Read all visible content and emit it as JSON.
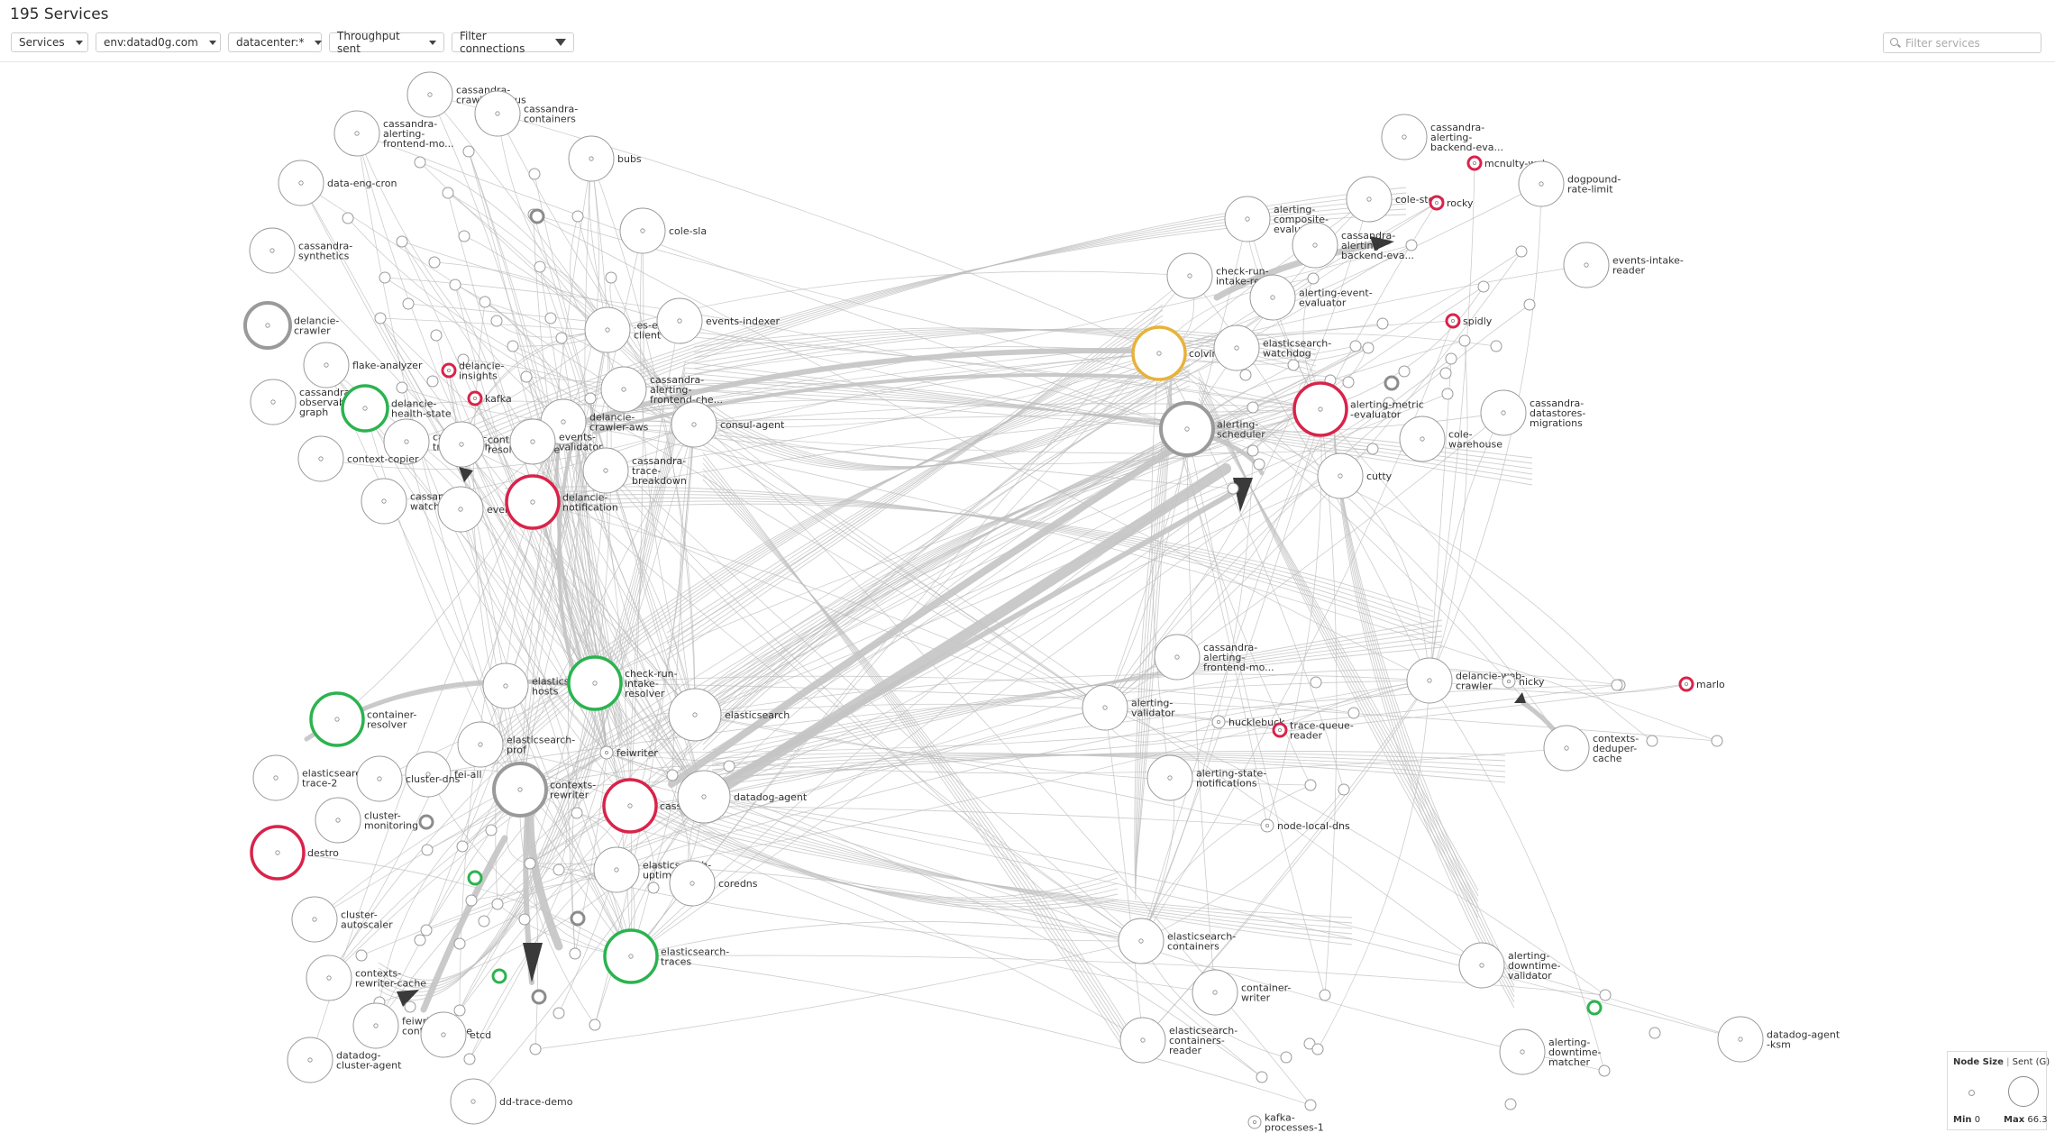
{
  "header": {
    "title": "195 Services",
    "filters": [
      {
        "label": "Services"
      },
      {
        "label": "env:datad0g.com"
      },
      {
        "label": "datacenter:*"
      },
      {
        "label": "Throughput sent"
      }
    ],
    "filter_connections": "Filter connections",
    "search_placeholder": "Filter services"
  },
  "legend": {
    "title": "Node Size",
    "subtitle": "Sent (G)",
    "min_label": "Min",
    "min_value": "0",
    "max_label": "Max",
    "max_value": "66.3"
  },
  "colors": {
    "red": "#d9234a",
    "green": "#2bb34f",
    "orange": "#e8b23a",
    "gray": "#9a9a9a",
    "edge": "#b8b8b8"
  },
  "nodes": [
    {
      "id": "cassandra-crawler-status",
      "label": "cassandra-\ncrawler-status",
      "r": "l",
      "s": "n"
    },
    {
      "id": "cassandra-containers",
      "label": "cassandra-\ncontainers",
      "r": "l",
      "s": "n"
    },
    {
      "id": "cassandra-alerting-frontend-mo-1",
      "label": "cassandra-\nalerting-\nfrontend-mo...",
      "r": "l",
      "s": "n"
    },
    {
      "id": "bubs",
      "label": "bubs",
      "r": "l",
      "s": "n"
    },
    {
      "id": "data-eng-cron",
      "label": "data-eng-cron",
      "r": "l",
      "s": "n"
    },
    {
      "id": "cole-sla",
      "label": "cole-sla",
      "r": "l",
      "s": "n"
    },
    {
      "id": "cassandra-synthetics",
      "label": "cassandra-\nsynthetics",
      "r": "l",
      "s": "n"
    },
    {
      "id": "delancie-crawler",
      "label": "delancie-\ncrawler",
      "r": "l",
      "s": "g"
    },
    {
      "id": "es-events-client",
      "label": ".es-events-\nclient",
      "r": "l",
      "s": "n"
    },
    {
      "id": "events-indexer",
      "label": "events-indexer",
      "r": "l",
      "s": "n"
    },
    {
      "id": "flake-analyzer",
      "label": "flake-analyzer",
      "r": "l",
      "s": "n"
    },
    {
      "id": "delancie-insights",
      "label": "delancie-\ninsights",
      "r": "s",
      "s": "r"
    },
    {
      "id": "cassandra-alerting-frontend-che",
      "label": "cassandra-\nalerting-\nfrontend-che...",
      "r": "l",
      "s": "n"
    },
    {
      "id": "cassandra-observability-graph",
      "label": "cassandra-\nobservability-\ngraph",
      "r": "l",
      "s": "n"
    },
    {
      "id": "delancie-health-state",
      "label": "delancie-\nhealth-state",
      "r": "l",
      "s": "gr"
    },
    {
      "id": "kafka",
      "label": "kafka",
      "r": "s",
      "s": "r"
    },
    {
      "id": "delancie-crawler-aws",
      "label": "delancie-\ncrawler-aws",
      "r": "l",
      "s": "n"
    },
    {
      "id": "consul-agent",
      "label": "consul-agent",
      "r": "l",
      "s": "n"
    },
    {
      "id": "cassandra-trace-graph",
      "label": "cassandra-\ntrace-graph",
      "r": "l",
      "s": "n"
    },
    {
      "id": "container-resolver-cache",
      "label": "container-\nresolver-cache",
      "r": "l",
      "s": "n"
    },
    {
      "id": "events-validator",
      "label": "events-\nvalidator",
      "r": "l",
      "s": "n"
    },
    {
      "id": "context-copier",
      "label": "context-copier",
      "r": "l",
      "s": "n"
    },
    {
      "id": "cassandra-trace-breakdown",
      "label": "cassandra-\ntrace-\nbreakdown",
      "r": "l",
      "s": "n"
    },
    {
      "id": "cassandra-watchdog",
      "label": "cassandra-\nwatchdog",
      "r": "l",
      "s": "n"
    },
    {
      "id": "events-to-logs",
      "label": "events-to-logs",
      "r": "l",
      "s": "n"
    },
    {
      "id": "delancie-notification",
      "label": "delancie-\nnotification",
      "r": "xl",
      "s": "r"
    },
    {
      "id": "cassandra-alerting-backend-eva-1",
      "label": "cassandra-\nalerting-\nbackend-eva...",
      "r": "l",
      "s": "n"
    },
    {
      "id": "mcnulty-web",
      "label": "mcnulty-web",
      "r": "s",
      "s": "r"
    },
    {
      "id": "dogpound-rate-limit",
      "label": "dogpound-\nrate-limit",
      "r": "l",
      "s": "n"
    },
    {
      "id": "cole-store",
      "label": "cole-store",
      "r": "l",
      "s": "n"
    },
    {
      "id": "rocky",
      "label": "rocky",
      "r": "s",
      "s": "r"
    },
    {
      "id": "alerting-composite-evaluator",
      "label": "alerting-\ncomposite-\nevaluator",
      "r": "l",
      "s": "n"
    },
    {
      "id": "cassandra-alerting-backend-eva-2",
      "label": "cassandra-\nalerting-\nbackend-eva...",
      "r": "l",
      "s": "n"
    },
    {
      "id": "events-intake-reader",
      "label": "events-intake-\nreader",
      "r": "l",
      "s": "n"
    },
    {
      "id": "check-run-intake-reader",
      "label": "check-run-\nintake-reader",
      "r": "l",
      "s": "n"
    },
    {
      "id": "alerting-event-evaluator",
      "label": "alerting-event-\nevaluator",
      "r": "l",
      "s": "n"
    },
    {
      "id": "spidly",
      "label": "spidly",
      "r": "s",
      "s": "r"
    },
    {
      "id": "colvin",
      "label": "colvin",
      "r": "xl",
      "s": "o"
    },
    {
      "id": "elasticsearch-watchdog",
      "label": "elasticsearch-\nwatchdog",
      "r": "l",
      "s": "n"
    },
    {
      "id": "alerting-metric-evaluator",
      "label": "alerting-metric\n-evaluator",
      "r": "xl",
      "s": "r"
    },
    {
      "id": "cassandra-datastores-migrations",
      "label": "cassandra-\ndatastores-\nmigrations",
      "r": "l",
      "s": "n"
    },
    {
      "id": "alerting-scheduler",
      "label": "alerting-\nscheduler",
      "r": "xl",
      "s": "g"
    },
    {
      "id": "cole-warehouse",
      "label": "cole-\nwarehouse",
      "r": "l",
      "s": "n"
    },
    {
      "id": "cutty",
      "label": "cutty",
      "r": "l",
      "s": "n"
    },
    {
      "id": "elasticsearch-hosts",
      "label": "elasticsearch-\nhosts",
      "r": "l",
      "s": "n"
    },
    {
      "id": "check-run-intake-resolver",
      "label": "check-run-\nintake-\nresolver",
      "r": "xl",
      "s": "gr"
    },
    {
      "id": "container-resolver",
      "label": "container-\nresolver",
      "r": "xl",
      "s": "gr"
    },
    {
      "id": "elasticsearch",
      "label": "elasticsearch",
      "r": "xl",
      "s": "n"
    },
    {
      "id": "elasticsearch-prof",
      "label": "elasticsearch-\nprof",
      "r": "l",
      "s": "n"
    },
    {
      "id": "feiwriter",
      "label": "feiwriter",
      "r": "s",
      "s": "n"
    },
    {
      "id": "fei-all",
      "label": "fei-all",
      "r": "l",
      "s": "n"
    },
    {
      "id": "elasticsearch-trace-2",
      "label": "elasticsearch-\ntrace-2",
      "r": "l",
      "s": "n"
    },
    {
      "id": "cluster-dns",
      "label": "cluster-dns",
      "r": "l",
      "s": "n"
    },
    {
      "id": "contexts-rewriter",
      "label": "contexts-\nrewriter",
      "r": "xl",
      "s": "g"
    },
    {
      "id": "cassandra",
      "label": "cassandra",
      "r": "xl",
      "s": "r"
    },
    {
      "id": "datadog-agent",
      "label": "datadog-agent",
      "r": "xl",
      "s": "n"
    },
    {
      "id": "cluster-monitoring",
      "label": "cluster-\nmonitoring",
      "r": "l",
      "s": "n"
    },
    {
      "id": "destro",
      "label": "destro",
      "r": "xl",
      "s": "r"
    },
    {
      "id": "elasticsearch-uptimes",
      "label": "elasticsearch-\nuptimes",
      "r": "l",
      "s": "n"
    },
    {
      "id": "coredns",
      "label": "coredns",
      "r": "l",
      "s": "n"
    },
    {
      "id": "cluster-autoscaler",
      "label": "cluster-\nautoscaler",
      "r": "l",
      "s": "n"
    },
    {
      "id": "elasticsearch-traces",
      "label": "elasticsearch-\ntraces",
      "r": "xl",
      "s": "gr"
    },
    {
      "id": "contexts-rewriter-cache",
      "label": "contexts-\nrewriter-cache",
      "r": "l",
      "s": "n"
    },
    {
      "id": "feiwriter-context-cache",
      "label": "feiwriter-\ncontext-cache",
      "r": "l",
      "s": "n"
    },
    {
      "id": "etcd",
      "label": "etcd",
      "r": "l",
      "s": "n"
    },
    {
      "id": "datadog-cluster-agent",
      "label": "datadog-\ncluster-agent",
      "r": "l",
      "s": "n"
    },
    {
      "id": "dd-trace-demo",
      "label": "dd-trace-demo",
      "r": "l",
      "s": "n"
    },
    {
      "id": "cassandra-alerting-frontend-mo-2",
      "label": "cassandra-\nalerting-\nfrontend-mo...",
      "r": "l",
      "s": "n"
    },
    {
      "id": "alerting-validator",
      "label": "alerting-\nvalidator",
      "r": "l",
      "s": "n"
    },
    {
      "id": "hucklebuck",
      "label": "hucklebuck",
      "r": "s",
      "s": "n"
    },
    {
      "id": "trace-queue-reader",
      "label": "trace-queue-\nreader",
      "r": "s",
      "s": "r"
    },
    {
      "id": "alerting-state-notifications",
      "label": "alerting-state-\nnotifications",
      "r": "l",
      "s": "n"
    },
    {
      "id": "node-local-dns",
      "label": "node-local-dns",
      "r": "s",
      "s": "n"
    },
    {
      "id": "delancie-web-crawler",
      "label": "delancie-web-\ncrawler",
      "r": "l",
      "s": "n"
    },
    {
      "id": "nicky",
      "label": "nicky",
      "r": "s",
      "s": "n"
    },
    {
      "id": "marlo",
      "label": "marlo",
      "r": "s",
      "s": "r"
    },
    {
      "id": "contexts-deduper-cache",
      "label": "contexts-\ndeduper-\ncache",
      "r": "l",
      "s": "n"
    },
    {
      "id": "elasticsearch-containers",
      "label": "elasticsearch-\ncontainers",
      "r": "l",
      "s": "n"
    },
    {
      "id": "container-writer",
      "label": "container-\nwriter",
      "r": "l",
      "s": "n"
    },
    {
      "id": "alerting-downtime-validator",
      "label": "alerting-\ndowntime-\nvalidator",
      "r": "l",
      "s": "n"
    },
    {
      "id": "elasticsearch-containers-reader",
      "label": "elasticsearch-\ncontainers-\nreader",
      "r": "l",
      "s": "n"
    },
    {
      "id": "alerting-downtime-matcher",
      "label": "alerting-\ndowntime-\nmatcher",
      "r": "l",
      "s": "n"
    },
    {
      "id": "datadog-agent-ksm",
      "label": "datadog-agent\n-ksm",
      "r": "l",
      "s": "n"
    },
    {
      "id": "kafka-processes-1",
      "label": "kafka-\nprocesses-1",
      "r": "s",
      "s": "n"
    }
  ]
}
